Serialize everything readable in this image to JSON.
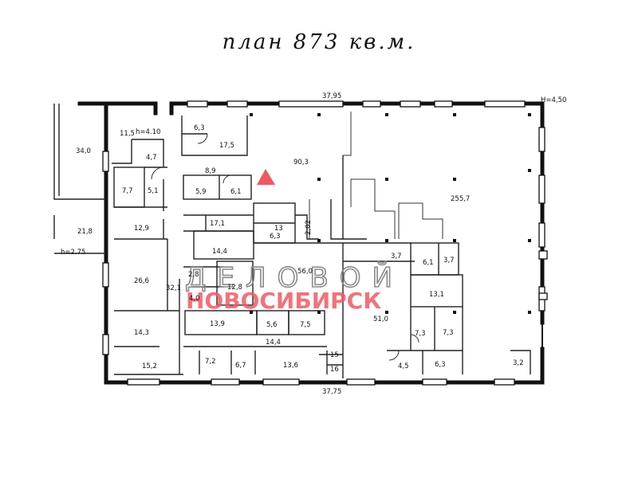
{
  "title": "план 873 кв.м.",
  "dimensions": {
    "top_width": "37,95",
    "bottom_width": "37,75",
    "height_main": "H=4,50",
    "height_small": "h=4.10",
    "height_annex": "h=2.75"
  },
  "rooms": [
    {
      "id": "r1",
      "label": "34,0"
    },
    {
      "id": "r2",
      "label": "21,8"
    },
    {
      "id": "r3",
      "label": "11,5"
    },
    {
      "id": "r4",
      "label": "4,7"
    },
    {
      "id": "r5",
      "label": "7,7"
    },
    {
      "id": "r6",
      "label": "5,1"
    },
    {
      "id": "r7",
      "label": "12,9"
    },
    {
      "id": "r8",
      "label": "26,6"
    },
    {
      "id": "r9",
      "label": "14,3"
    },
    {
      "id": "r10",
      "label": "15,2"
    },
    {
      "id": "r11",
      "label": "6,3"
    },
    {
      "id": "r12",
      "label": "17,5"
    },
    {
      "id": "r13",
      "label": "8,9"
    },
    {
      "id": "r14",
      "label": "5,9"
    },
    {
      "id": "r15",
      "label": "6,1"
    },
    {
      "id": "r16",
      "label": "17,1"
    },
    {
      "id": "r17",
      "label": "14,4"
    },
    {
      "id": "r18",
      "label": "2,8"
    },
    {
      "id": "r19",
      "label": "32,1"
    },
    {
      "id": "r20",
      "label": "4,0"
    },
    {
      "id": "r21",
      "label": "12,8"
    },
    {
      "id": "r22",
      "label": "13,9"
    },
    {
      "id": "r23",
      "label": "5,6"
    },
    {
      "id": "r24",
      "label": "7,5"
    },
    {
      "id": "r25",
      "label": "14,4"
    },
    {
      "id": "r26",
      "label": "7,2"
    },
    {
      "id": "r27",
      "label": "6,7"
    },
    {
      "id": "r28",
      "label": "13,6"
    },
    {
      "id": "r29",
      "label": "90,3"
    },
    {
      "id": "r30",
      "label": "13"
    },
    {
      "id": "r31",
      "label": "6,3"
    },
    {
      "id": "r32",
      "label": "2,02"
    },
    {
      "id": "r33",
      "label": "56,0"
    },
    {
      "id": "r34",
      "label": "255,7"
    },
    {
      "id": "r35",
      "label": "3,7"
    },
    {
      "id": "r36",
      "label": "6,1"
    },
    {
      "id": "r37",
      "label": "3,7"
    },
    {
      "id": "r38",
      "label": "13,1"
    },
    {
      "id": "r39",
      "label": "51,0"
    },
    {
      "id": "r40",
      "label": "7,3"
    },
    {
      "id": "r41",
      "label": "7,3"
    },
    {
      "id": "r42",
      "label": "15"
    },
    {
      "id": "r43",
      "label": "16"
    },
    {
      "id": "r44",
      "label": "4,5"
    },
    {
      "id": "r45",
      "label": "6,3"
    },
    {
      "id": "r46",
      "label": "3,2"
    }
  ],
  "watermark": {
    "line1": "ДЕЛОВОЙ",
    "line2": "НОВОСИБИРСК",
    "accent_color": "#ee5a63",
    "outline_color": "#8a8a8a"
  }
}
